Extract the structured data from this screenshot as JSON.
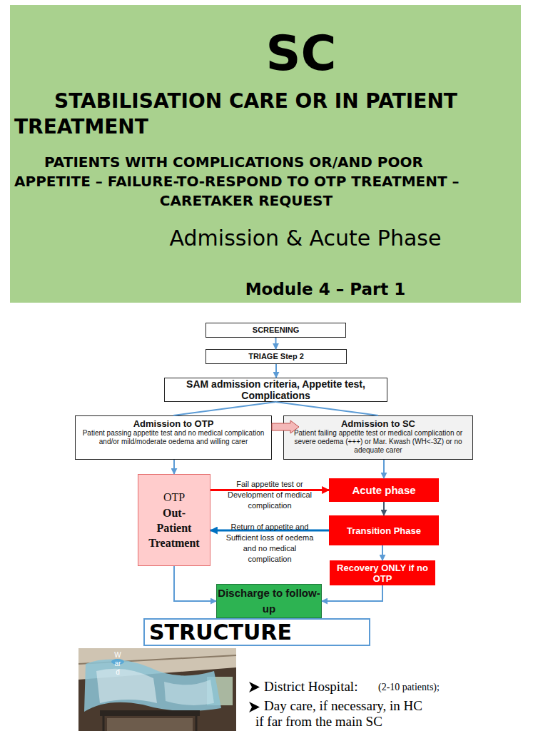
{
  "diagram": {
    "nodes": [
      {
        "text": [
          "SC",
          "STABILISATION CARE OR IN PATIENT TREATMENT",
          "PATIENTS WITH COMPLICATIONS OR/AND POOR APPETITE – FAILURE-TO-RESPOND TO OTP TREATMENT – CARETAKER REQUEST",
          "Admission & Acute Phase",
          "Module 4 – Part 1"
        ]
      },
      {
        "text": [
          "SCREENING"
        ]
      },
      {
        "text": [
          "TRIAGE Step 2"
        ]
      },
      {
        "text": [
          "SAM admission criteria, Appetite test, Complications"
        ]
      },
      {
        "text": [
          "Admission to OTP",
          "Patient passing appetite test and no medical complication and/or mild/moderate oedema and willing carer"
        ]
      },
      {
        "text": [
          "Admission to SC",
          "Patient failing appetite test or medical complication or severe oedema (+++) or Mar. Kwash (WH<-3Z) or no adequate carer"
        ]
      },
      {
        "text": [
          "OTP",
          "Out-Patient Treatment"
        ]
      },
      {
        "text": [
          "Acute phase"
        ]
      },
      {
        "text": [
          "Transition Phase"
        ]
      },
      {
        "text": [
          "Recovery ONLY if no OTP"
        ]
      },
      {
        "text": [
          "Discharge to follow-up"
        ]
      },
      {
        "text": [
          "STRUCTURE"
        ]
      }
    ],
    "edges": [
      {
        "from": 1,
        "to": 2,
        "arrow": "to"
      },
      {
        "from": 2,
        "to": 3,
        "arrow": "to"
      },
      {
        "from": 3,
        "to": 4,
        "arrow": "none"
      },
      {
        "from": 3,
        "to": 5,
        "arrow": "none"
      },
      {
        "from": 4,
        "to": 5,
        "arrow": "to"
      },
      {
        "from": 4,
        "to": 6,
        "arrow": "to"
      },
      {
        "from": 5,
        "to": 7,
        "arrow": "to"
      },
      {
        "from": 6,
        "to": 7,
        "label": "Fail appetite test or Development of medical complication",
        "arrow": "to"
      },
      {
        "from": 7,
        "to": 8,
        "arrow": "to"
      },
      {
        "from": 8,
        "to": 6,
        "label": "Return of appetite and Sufficient loss of oedema and no medical complication",
        "arrow": "to"
      },
      {
        "from": 8,
        "to": 9,
        "arrow": "to"
      },
      {
        "from": 6,
        "to": 10,
        "arrow": "to"
      },
      {
        "from": 9,
        "to": 10,
        "arrow": "to"
      }
    ],
    "labels": [
      "Ward",
      "District Hospital:",
      "(2-10 patients);",
      "Day care, if necessary, in HC",
      "if far from the main SC"
    ]
  }
}
